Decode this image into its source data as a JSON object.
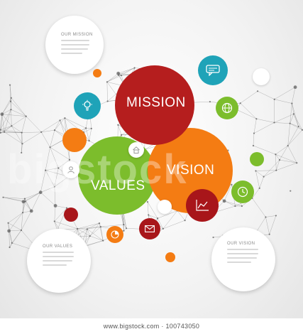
{
  "main": {
    "mission_label": "MISSION",
    "vision_label": "VISION",
    "values_label": "VALUES"
  },
  "cards": {
    "our_mission": "OUR MISSION",
    "our_values": "OUR VALUES",
    "our_vision": "OUR VISION"
  },
  "watermark": {
    "overlay": "bigstock",
    "footer": "www.bigstock.com · 100743050"
  },
  "colors": {
    "red": "#b51e1e",
    "orange": "#f47c13",
    "green": "#7cbd2c",
    "teal": "#1fa3b8",
    "darkred": "#a8161a",
    "network": "#7a7a7a"
  },
  "icons": [
    "lightbulb-icon",
    "speech-bubble-icon",
    "globe-icon",
    "user-icon",
    "home-icon",
    "clock-icon",
    "envelope-icon",
    "pie-chart-icon",
    "line-chart-icon"
  ]
}
